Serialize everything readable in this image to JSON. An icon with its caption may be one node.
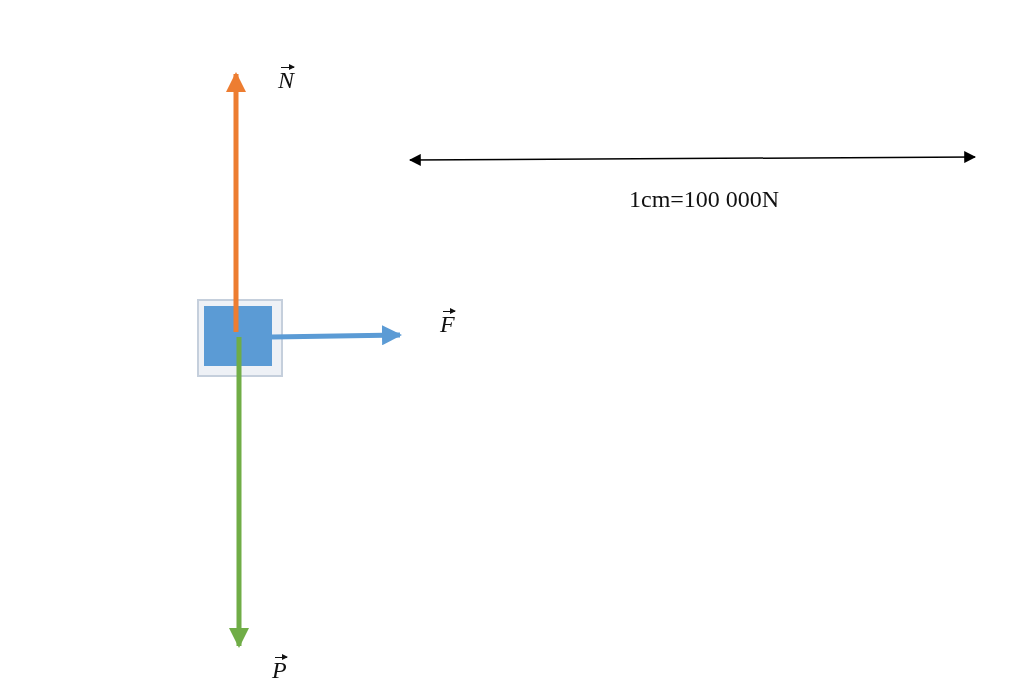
{
  "diagram": {
    "labels": [
      "N",
      "1cm=100 000N",
      "F",
      "P"
    ]
  }
}
